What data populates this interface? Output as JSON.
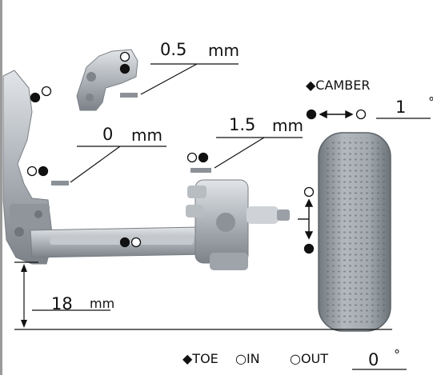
{
  "caster_shim": {
    "value": "0.5",
    "unit": "mm"
  },
  "front_shim": {
    "value": "0",
    "unit": "mm"
  },
  "hub_shim": {
    "value": "1.5",
    "unit": "mm"
  },
  "ride_height": {
    "value": "18",
    "unit": "mm"
  },
  "camber": {
    "title": "◆CAMBER",
    "value": "1",
    "unit": "°"
  },
  "toe": {
    "title": "◆TOE",
    "in_label": "○IN",
    "out_label": "○OUT",
    "value": "0",
    "unit": "°"
  },
  "colors": {
    "part_metal": "#a9aeb4",
    "part_light": "#d6d9dd",
    "tire": "#8e969c",
    "line": "#111111",
    "page_border": "#9a9a9a"
  }
}
